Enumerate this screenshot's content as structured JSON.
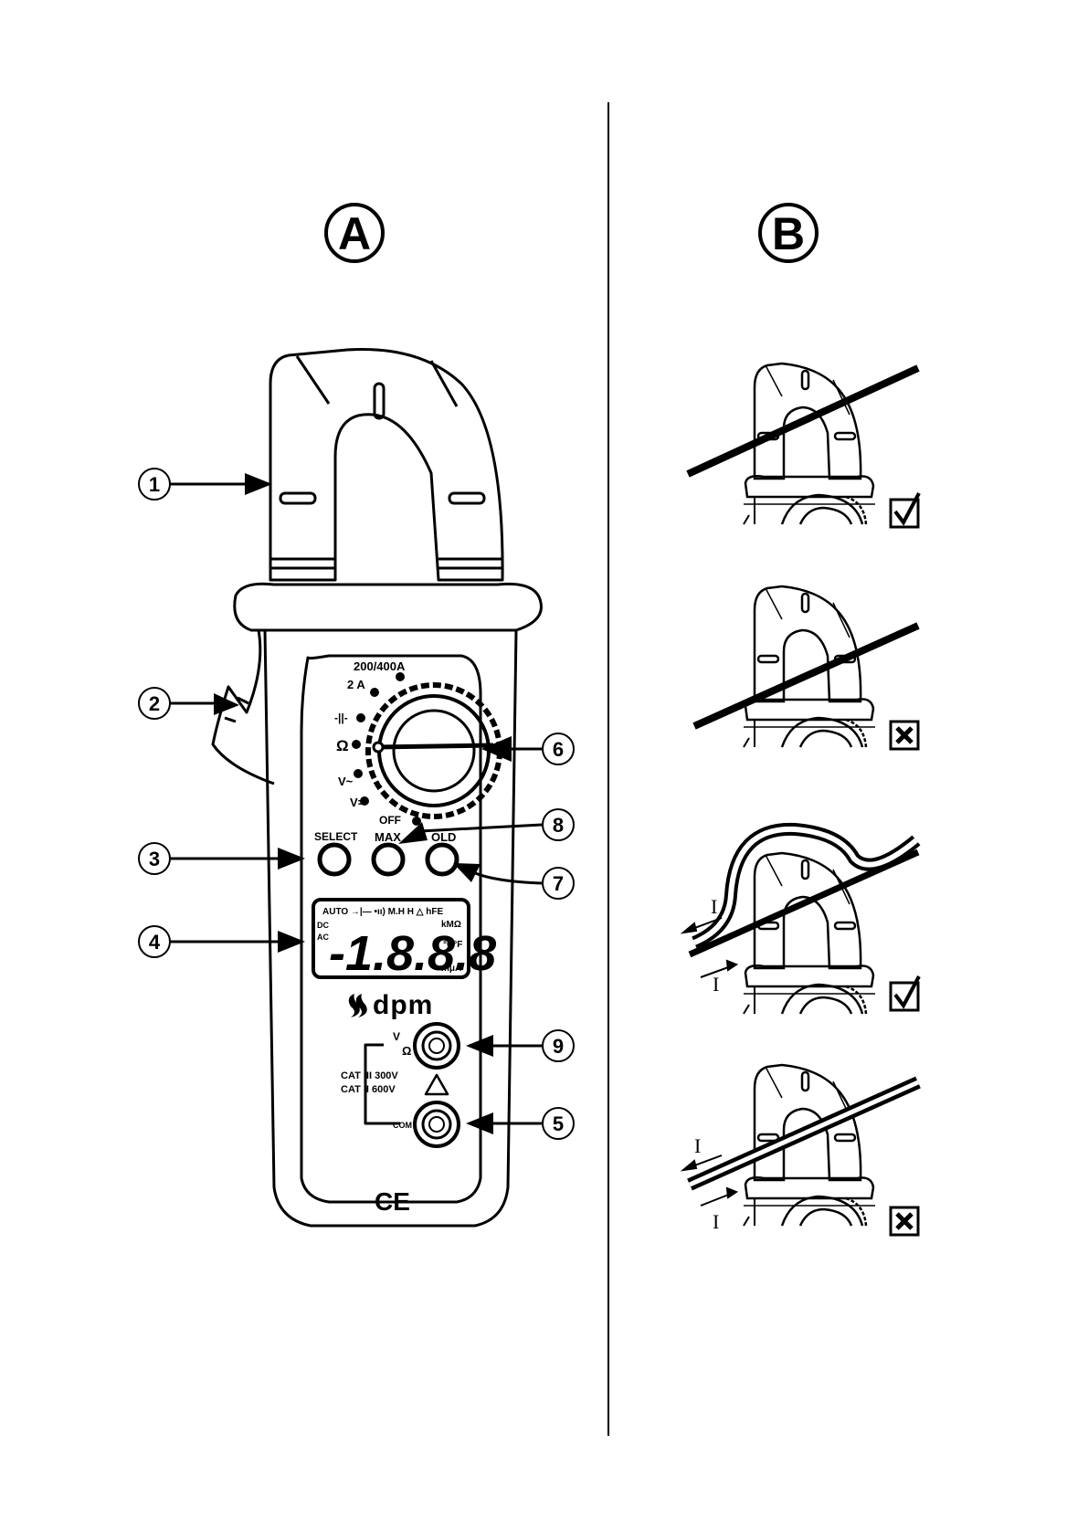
{
  "panels": {
    "a": {
      "label": "A"
    },
    "b": {
      "label": "B"
    }
  },
  "callouts": [
    "1",
    "2",
    "3",
    "4",
    "5",
    "6",
    "7",
    "8",
    "9"
  ],
  "meter": {
    "dial": {
      "range_200_400": "200/400A",
      "range_2": "2 A",
      "cap": "-||-",
      "diode_ohm": "Ω",
      "v_ac": "V~",
      "v_dc": "V=",
      "off": "OFF"
    },
    "buttons": {
      "select": "SELECT",
      "max": "MAX",
      "hold": "OLD"
    },
    "lcd": {
      "top_row": "AUTO →|— •ıı)  M.H  H  △ hFE",
      "dc": "DC",
      "ac": "AC",
      "digits": "-1.8.8.8",
      "unit_resistance": "kMΩ",
      "unit_temp": "°C°F",
      "unit_current": "mμA"
    },
    "brand": "dpm",
    "terminals": {
      "v_ohm": "V",
      "v_ohm_sub": "Ω",
      "com": "COM",
      "cat3": "CAT III 300V",
      "cat2": "CAT II 600V"
    },
    "ce_mark": "CE"
  },
  "current_label": "I",
  "colors": {
    "ink": "#000000",
    "paper": "#ffffff"
  }
}
